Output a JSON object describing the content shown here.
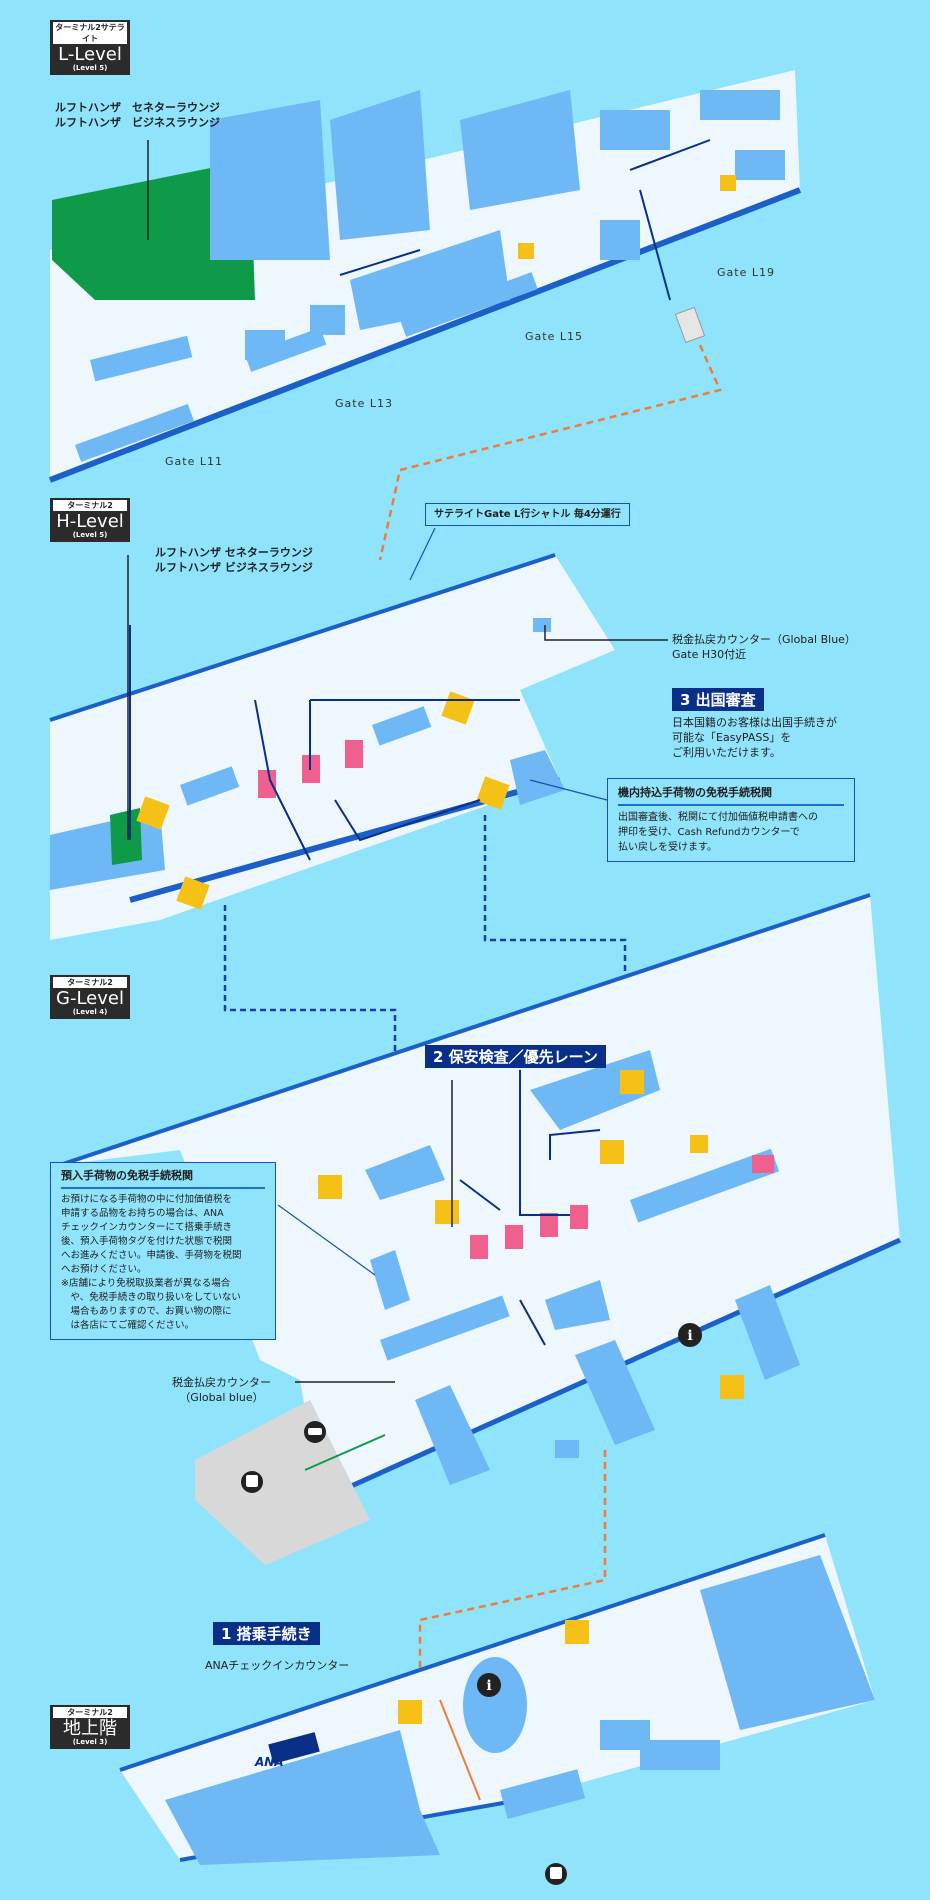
{
  "colors": {
    "background": "#8fe3fb",
    "floor": "#eef7fd",
    "wall": "#1b5fc8",
    "shop": "#6db8f5",
    "lounge": "#0f9a4a",
    "immigration": "#f0608f",
    "escalator_zone": "#f5c116",
    "route_blue": "#0a2f86",
    "route_orange": "#f07c3c"
  },
  "levels": {
    "l": {
      "sub": "ターミナル2サテライト",
      "name": "L-Level",
      "level": "(Level 5)"
    },
    "h": {
      "sub": "ターミナル2",
      "name": "H-Level",
      "level": "(Level 5)"
    },
    "g": {
      "sub": "ターミナル2",
      "name": "G-Level",
      "level": "(Level 4)"
    },
    "ground": {
      "sub": "ターミナル2",
      "name": "地上階",
      "level": "(Level 3)"
    }
  },
  "l_level": {
    "lounge_label": [
      "ルフトハンザ　セネターラウンジ",
      "ルフトハンザ　ビジネスラウンジ"
    ],
    "gates": [
      "Gate L11",
      "Gate L13",
      "Gate L15",
      "Gate L19"
    ]
  },
  "h_level": {
    "lounge_label": [
      "ルフトハンザ セネターラウンジ",
      "ルフトハンザ ビジネスラウンジ"
    ],
    "shuttle": "サテライトGate L行シャトル 毎4分運行",
    "tax_refund": [
      "税金払戻カウンター（Global Blue）",
      "Gate H30付近"
    ],
    "step3": "3 出国審査",
    "step3_note": [
      "日本国籍のお客様は出国手続きが",
      "可能な「EasyPASS」を",
      "ご利用いただけます。"
    ],
    "carryon_title": "機内持込手荷物の免税手続税関",
    "carryon_text": [
      "出国審査後、税関にて付加価値税申請書への",
      "押印を受け、Cash Refundカウンターで",
      "払い戻しを受けます。"
    ]
  },
  "g_level": {
    "step2": "2 保安検査／優先レーン",
    "checked_title": "預入手荷物の免税手続税関",
    "checked_text": [
      "お預けになる手荷物の中に付加価値税を",
      "申請する品物をお持ちの場合は、ANA",
      "チェックインカウンターにて搭乗手続き",
      "後、預入手荷物タグを付けた状態で税関",
      "へお進みください。申請後、手荷物を税関",
      "へお預けください。",
      "※店舗により免税取扱業者が異なる場合",
      "　や、免税手続きの取り扱いをしていない",
      "　場合もありますので、お買い物の際に",
      "　は各店にてご確認ください。"
    ],
    "tax_refund": [
      "税金払戻カウンター",
      "（Global blue）"
    ]
  },
  "ground": {
    "step1": "1 搭乗手続き",
    "ana_counter": "ANAチェックインカウンター",
    "ana_logo": "ANA"
  },
  "icons": [
    "info-icon",
    "bus-icon",
    "taxi-icon",
    "escalator-icon",
    "shuttle-icon"
  ]
}
